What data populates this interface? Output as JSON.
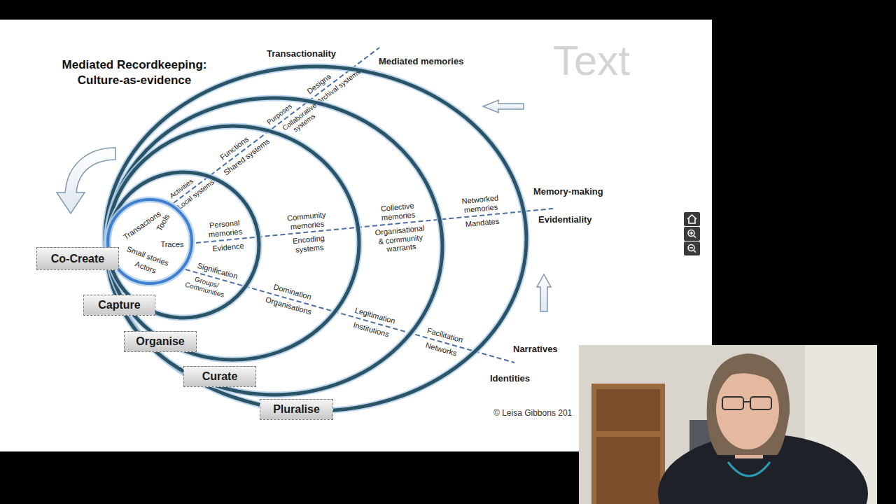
{
  "diagram": {
    "title": "Mediated Recordkeeping: Culture-as-evidence",
    "nodes": [
      {
        "text": [
          "Designs",
          "Archival systems",
          "Networked memories",
          "Mandates",
          "Facilitation",
          "Networks"
        ]
      },
      {
        "text": [
          "Purposes",
          "Collaborative systems",
          "Collective memories",
          "Organisational & community warrants",
          "Legitimation",
          "Institutions"
        ],
        "in": 0
      },
      {
        "text": [
          "Functions",
          "Shared systems",
          "Community memories",
          "Encoding systems",
          "Domination",
          "Organisations"
        ],
        "in": 1
      },
      {
        "text": [
          "Activities",
          "Local systems",
          "Personal memories",
          "Evidence",
          "Signification",
          "Groups/ Communities"
        ],
        "in": 2
      },
      {
        "text": [
          "Transactions",
          "Tools",
          "Traces",
          "Small stories",
          "Actors"
        ],
        "in": 3
      },
      {
        "text": [
          "Co-Create"
        ]
      },
      {
        "text": [
          "Capture"
        ]
      },
      {
        "text": [
          "Organise"
        ]
      },
      {
        "text": [
          "Curate"
        ]
      },
      {
        "text": [
          "Pluralise"
        ]
      }
    ],
    "labels": [
      "Transactionality",
      "Mediated memories",
      "Memory-making",
      "Evidentiality",
      "Narratives",
      "Identities",
      "© Leisa Gibbons 201",
      "Text"
    ]
  }
}
